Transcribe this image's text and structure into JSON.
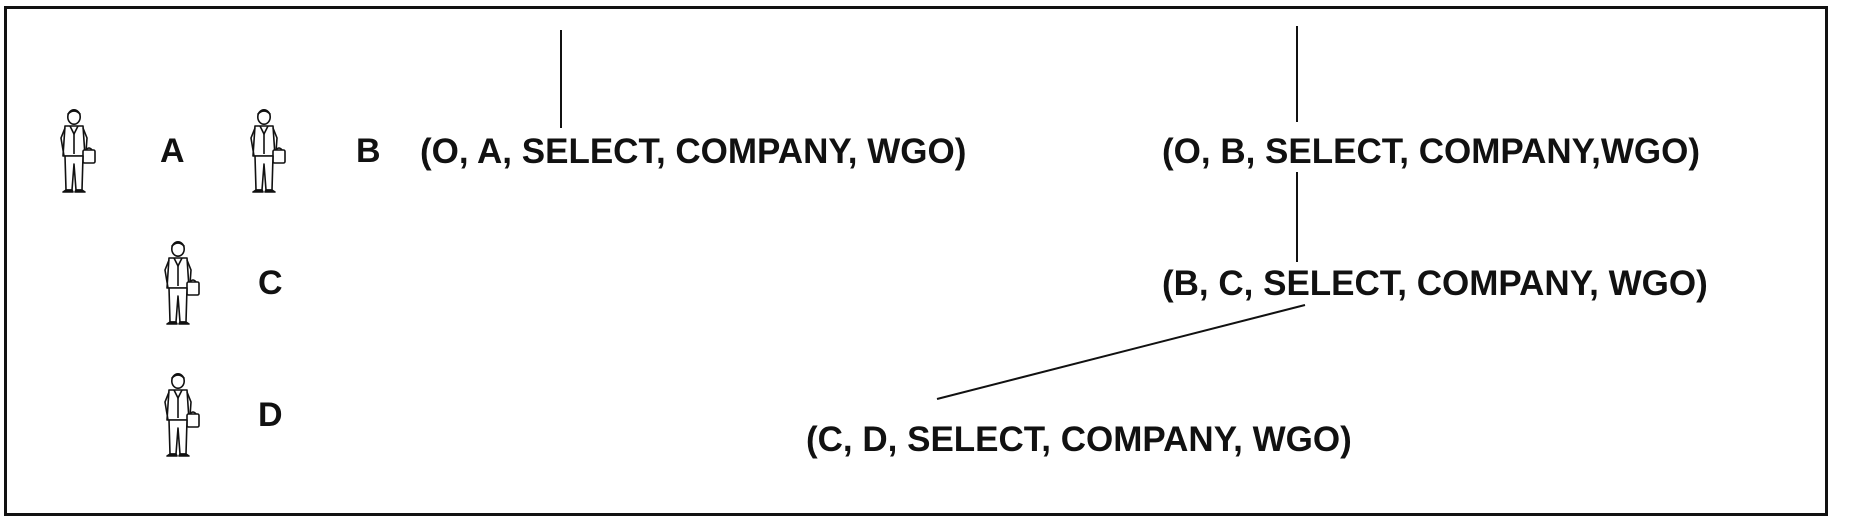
{
  "users": [
    {
      "id": "user-a",
      "label": "A"
    },
    {
      "id": "user-b",
      "label": "B"
    },
    {
      "id": "user-c",
      "label": "C"
    },
    {
      "id": "user-d",
      "label": "D"
    }
  ],
  "grants": [
    {
      "id": "grant-o-a",
      "text": "(O, A, SELECT, COMPANY, WGO)"
    },
    {
      "id": "grant-o-b",
      "text": "(O, B, SELECT, COMPANY,WGO)"
    },
    {
      "id": "grant-b-c",
      "text": "(B, C, SELECT, COMPANY, WGO)"
    },
    {
      "id": "grant-c-d",
      "text": "(C, D, SELECT, COMPANY, WGO)"
    }
  ],
  "icons": {
    "person": "businessman-with-briefcase-icon"
  },
  "colors": {
    "ink": "#111111",
    "background": "#ffffff"
  }
}
